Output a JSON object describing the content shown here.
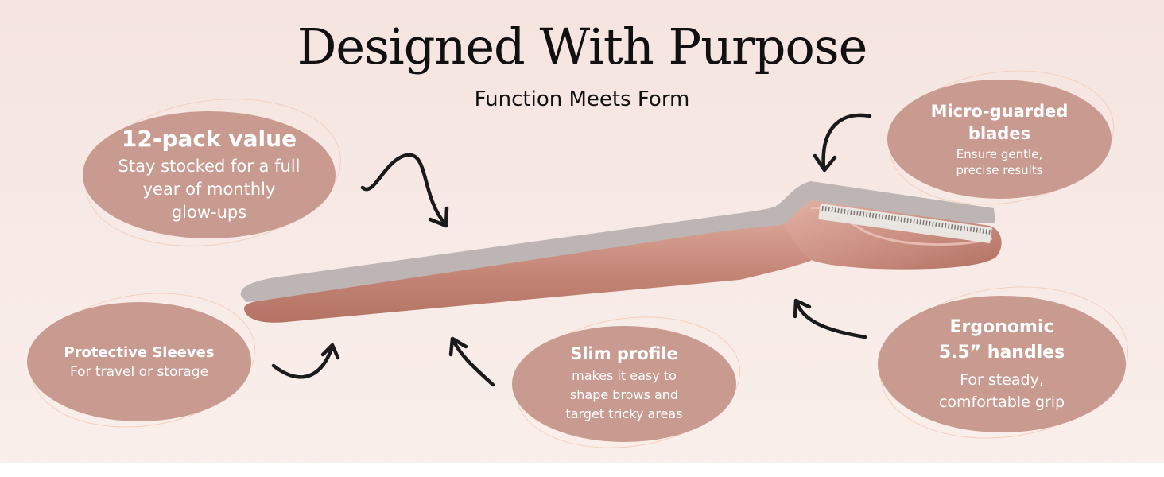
{
  "title": "Designed With Purpose",
  "subtitle": "Function Meets Form",
  "features": {
    "pack": {
      "heading": "12-pack value",
      "body": "Stay stocked for a full year of monthly glow-ups"
    },
    "blades": {
      "heading": "Micro-guarded blades",
      "body": "Ensure gentle, precise results"
    },
    "sleeves": {
      "heading": "Protective Sleeves",
      "body": "For travel or storage"
    },
    "slim": {
      "heading": "Slim profile",
      "body": "makes it easy to shape brows and target tricky areas"
    },
    "handles": {
      "heading": "Ergonomic 5.5” handles",
      "body": "For steady, comfortable grip"
    }
  },
  "colors": {
    "bubble": "#c99a90",
    "handle": "#c98f82",
    "shadow": "#bdb5b3",
    "arrow": "#1a1a1a",
    "background": "#f5e4e0"
  }
}
